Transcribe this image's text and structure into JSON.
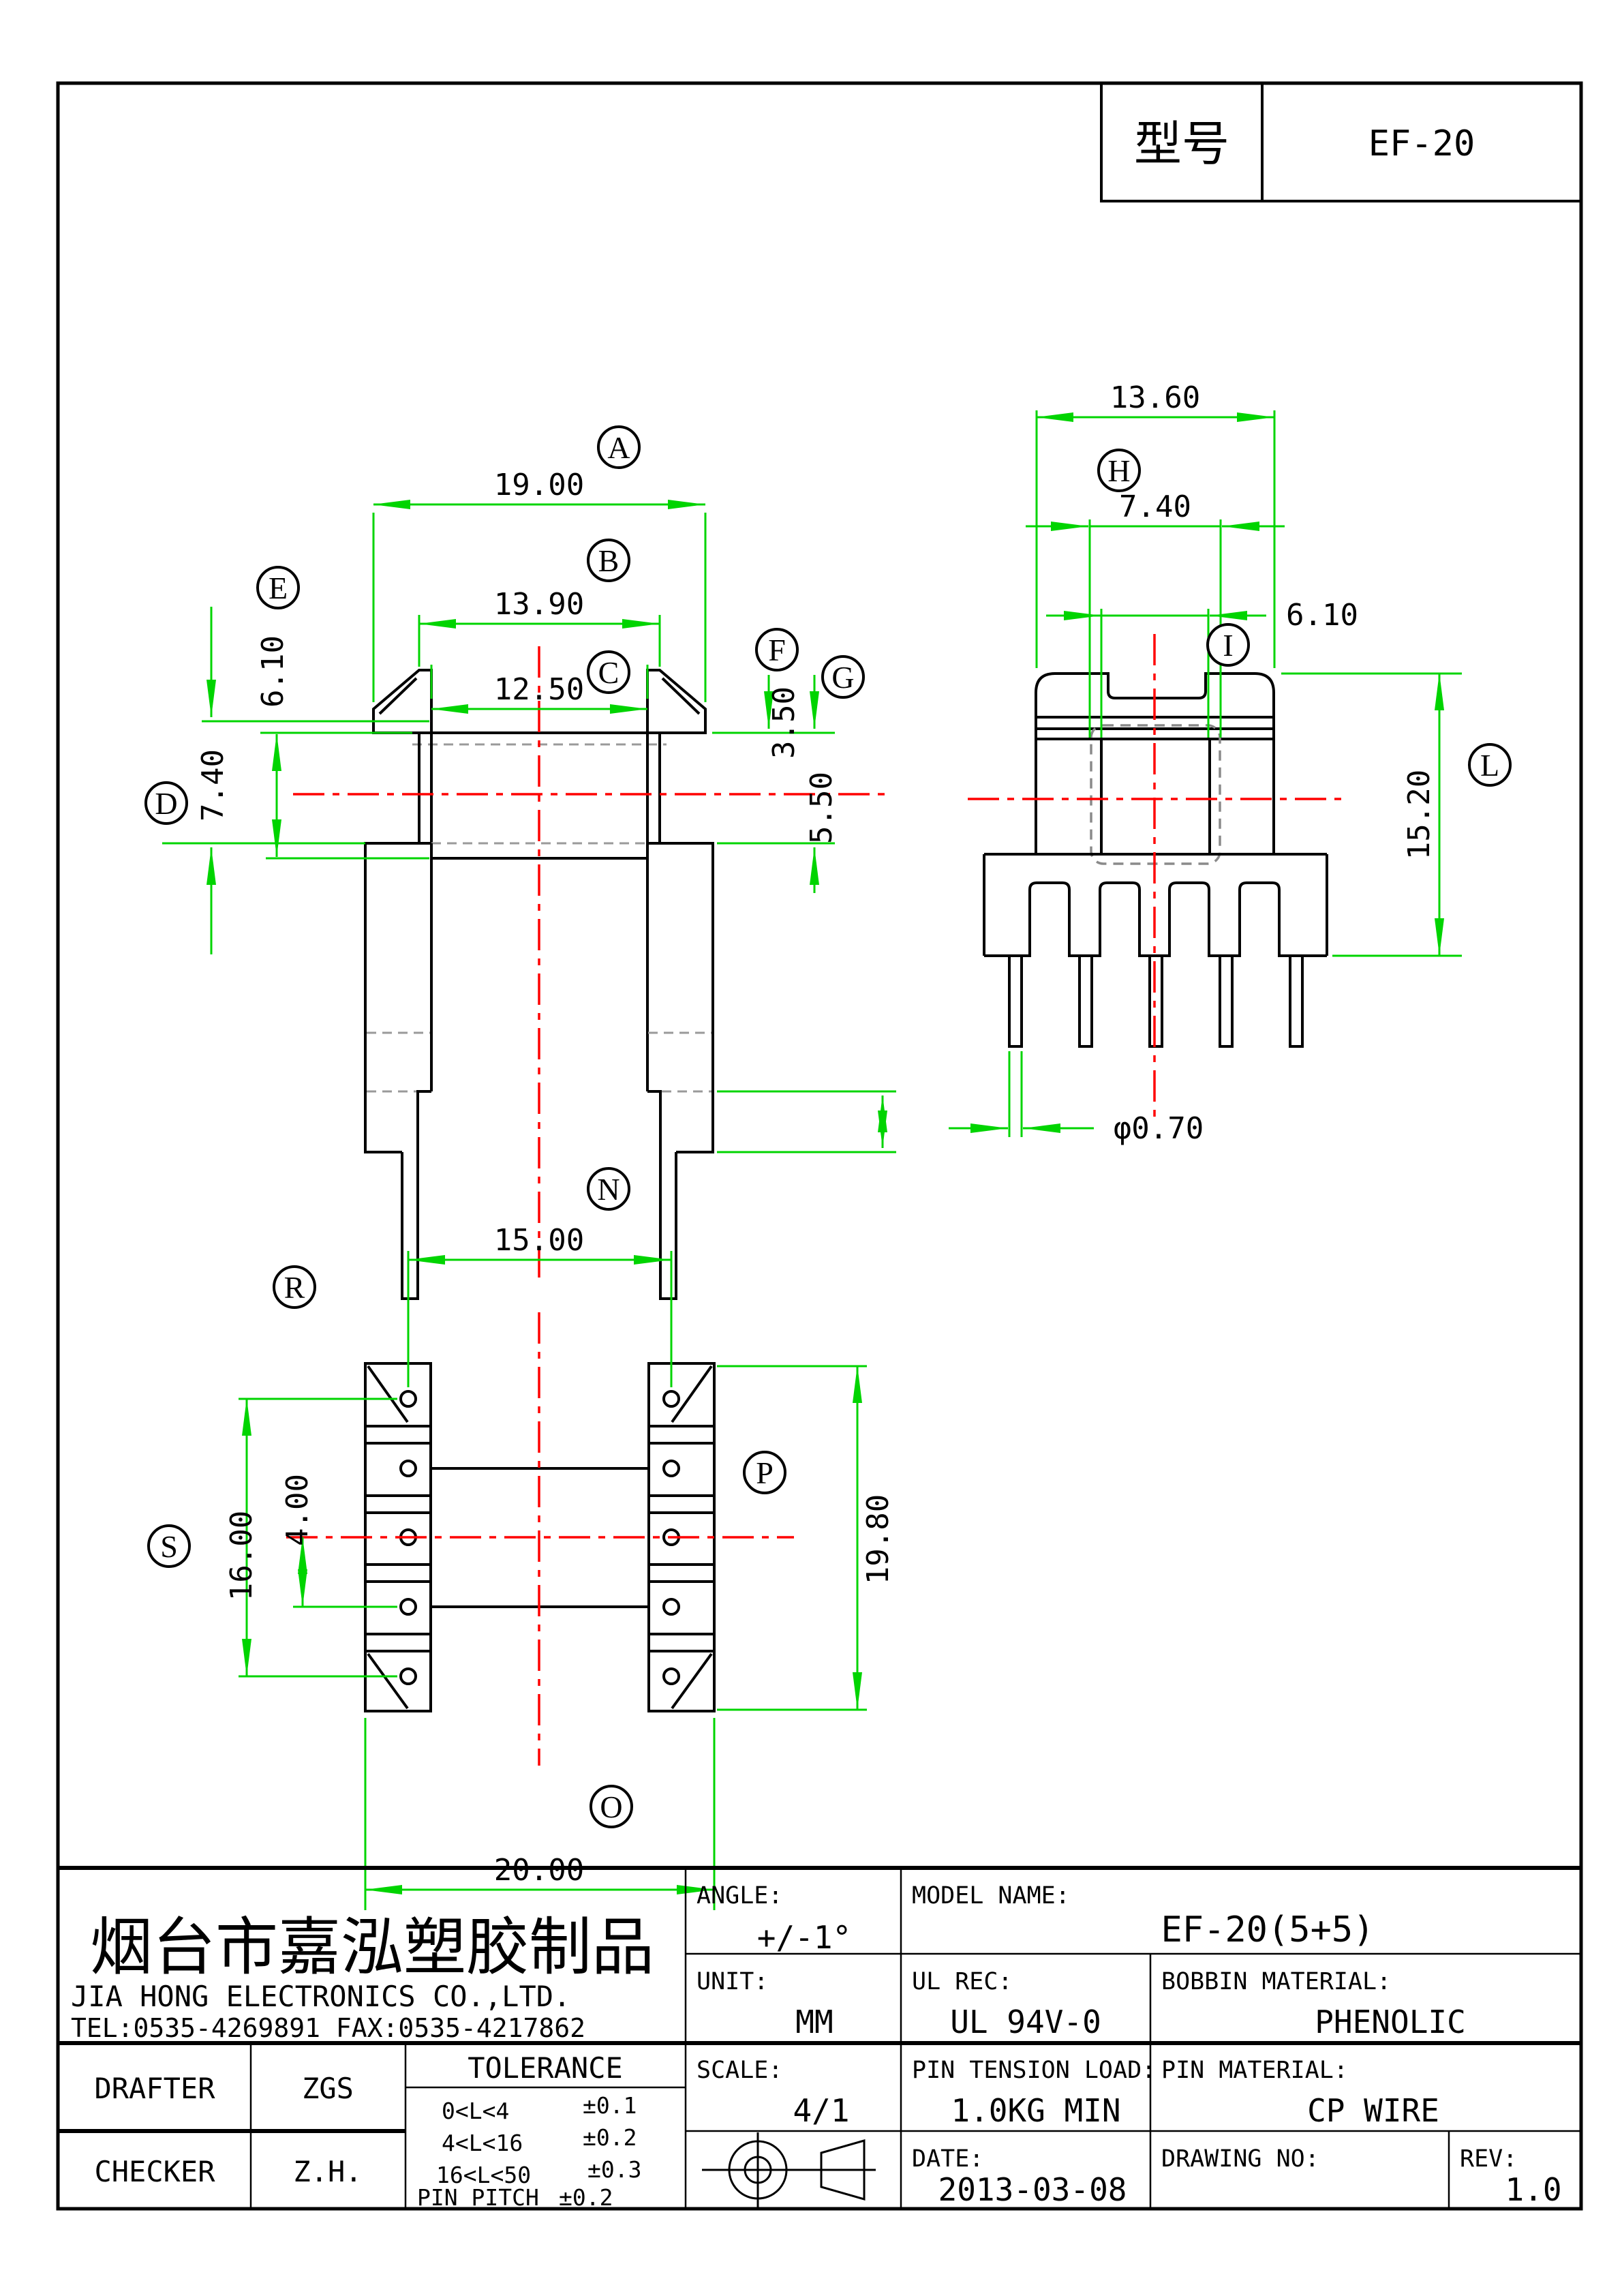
{
  "colors": {
    "dimension": "#00d400",
    "centerline": "#ff0000",
    "hidden": "#9a9a9a",
    "line": "#000000"
  },
  "sheet": {
    "model_label": "型号",
    "model_value": "EF-20"
  },
  "side_view": {
    "dim_a": "19.00",
    "dim_b": "13.90",
    "dim_c": "12.50",
    "dim_e": "6.10",
    "dim_d": "7.40",
    "dim_f": "3.50",
    "dim_g": "5.50",
    "lbl_a": "A",
    "lbl_b": "B",
    "lbl_c": "C",
    "lbl_d": "D",
    "lbl_e": "E",
    "lbl_f": "F",
    "lbl_g": "G"
  },
  "front_view": {
    "dim_h": "13.60",
    "dim_w2": "7.40",
    "dim_w3": "6.10",
    "dim_l": "15.20",
    "dim_pin": "φ0.70",
    "lbl_h": "H",
    "lbl_i": "I",
    "lbl_l": "L"
  },
  "top_view": {
    "dim_n": "15.00",
    "dim_s1": "16.00",
    "dim_s2": "4.00",
    "dim_p": "19.80",
    "dim_o": "20.00",
    "lbl_n": "N",
    "lbl_r": "R",
    "lbl_s": "S",
    "lbl_p": "P",
    "lbl_o": "O"
  },
  "title_block": {
    "company_cn": "烟台市嘉泓塑胶制品",
    "company_en": "JIA HONG ELECTRONICS CO.,LTD.",
    "company_tel": "TEL:0535-4269891  FAX:0535-4217862",
    "angle_label": "ANGLE:",
    "angle_value": "+/-1°",
    "unit_label": "UNIT:",
    "unit_value": "MM",
    "scale_label": "SCALE:",
    "scale_value": "4/1",
    "model_label": "MODEL NAME:",
    "model_value": "EF-20(5+5)",
    "ul_label": "UL REC:",
    "ul_value": "UL 94V-0",
    "bobbin_label": "BOBBIN MATERIAL:",
    "bobbin_value": "PHENOLIC",
    "tension_label": "PIN TENSION LOAD:",
    "tension_value": "1.0KG MIN",
    "pinmat_label": "PIN MATERIAL:",
    "pinmat_value": "CP WIRE",
    "date_label": "DATE:",
    "date_value": "2013-03-08",
    "drawing_label": "DRAWING NO:",
    "rev_label": "REV:",
    "rev_value": "1.0",
    "drafter_label": "DRAFTER",
    "drafter_value": "ZGS",
    "checker_label": "CHECKER",
    "checker_value": "Z.H.",
    "tolerance_title": "TOLERANCE",
    "tolerance": {
      "rows": [
        {
          "range": "0<L<4",
          "tol": "±0.1"
        },
        {
          "range": "4<L<16",
          "tol": "±0.2"
        },
        {
          "range": "16<L<50",
          "tol": "±0.3"
        },
        {
          "range": "PIN PITCH",
          "tol": "±0.2"
        }
      ]
    }
  }
}
